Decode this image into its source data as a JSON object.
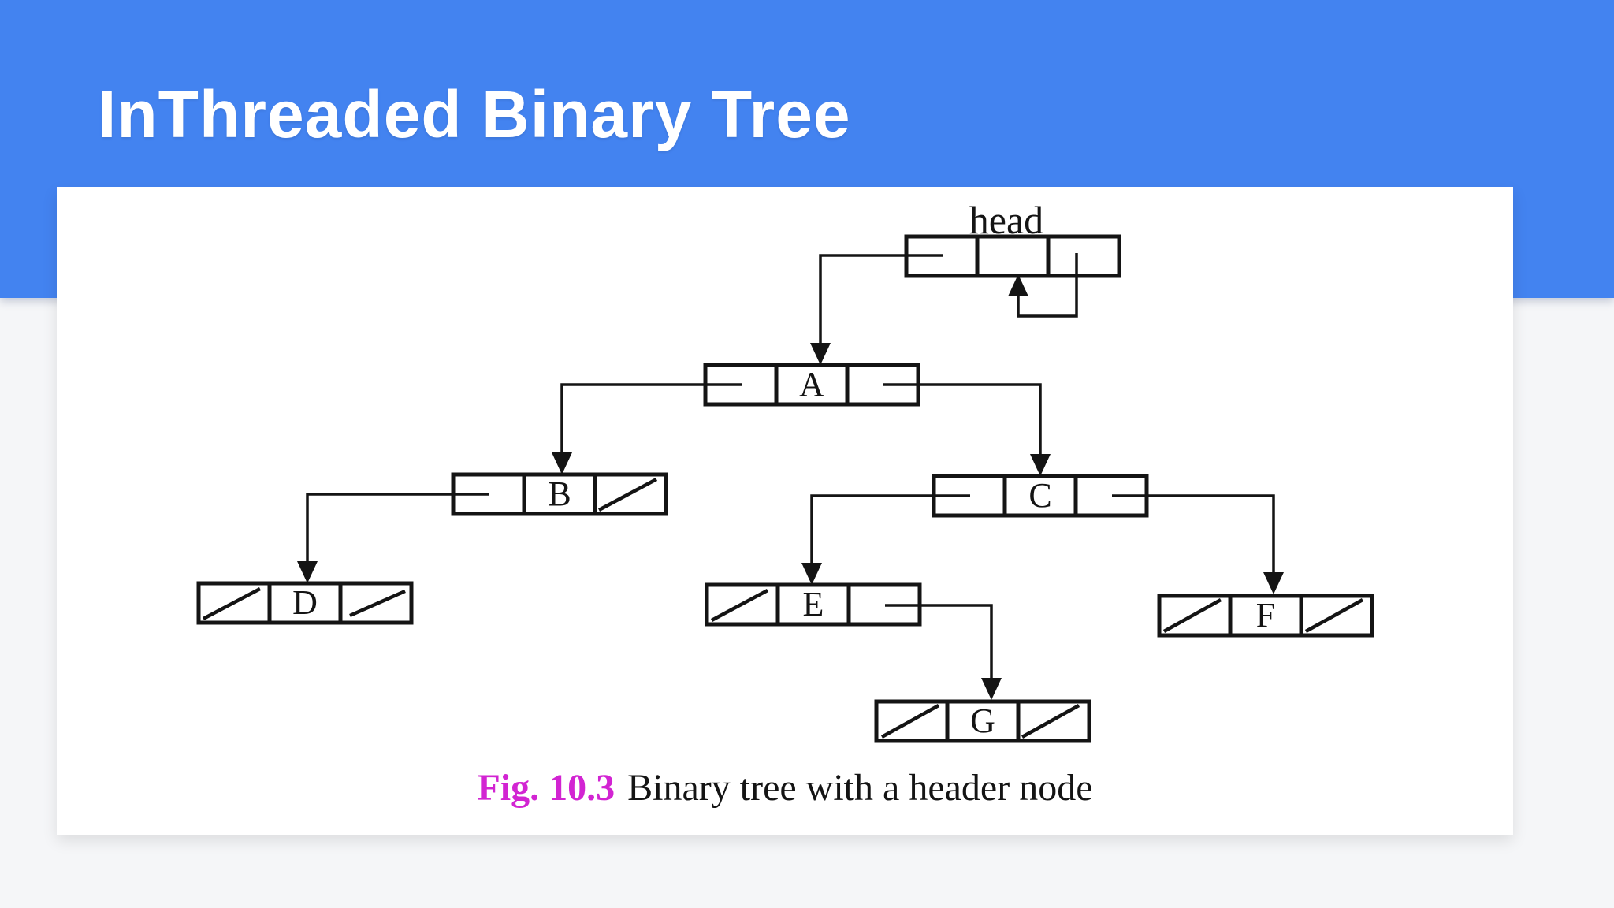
{
  "header": {
    "title": "InThreaded Binary Tree"
  },
  "colors": {
    "header_blue": "#4383f0",
    "panel_bg": "#ffffff",
    "page_bg": "#f5f6f8",
    "ink": "#141414",
    "caption_label_magenta": "#d224d2",
    "title_text": "#ffffff"
  },
  "diagram": {
    "type": "binary-tree-with-header-node",
    "head_label": "head",
    "node_cell_layout": [
      "left-pointer",
      "data",
      "right-pointer"
    ],
    "nodes": {
      "head": {
        "label": "head",
        "left_child": "A",
        "right_child": "head",
        "left_null": false,
        "right_null": false
      },
      "A": {
        "label": "A",
        "left_child": "B",
        "right_child": "C",
        "left_null": false,
        "right_null": false
      },
      "B": {
        "label": "B",
        "left_child": "D",
        "right_child": null,
        "left_null": false,
        "right_null": true
      },
      "C": {
        "label": "C",
        "left_child": "E",
        "right_child": "F",
        "left_null": false,
        "right_null": false
      },
      "D": {
        "label": "D",
        "left_child": null,
        "right_child": null,
        "left_null": true,
        "right_null": true
      },
      "E": {
        "label": "E",
        "left_child": null,
        "right_child": "G",
        "left_null": true,
        "right_null": false
      },
      "F": {
        "label": "F",
        "left_child": null,
        "right_child": null,
        "left_null": true,
        "right_null": true
      },
      "G": {
        "label": "G",
        "left_child": null,
        "right_child": null,
        "left_null": true,
        "right_null": true
      }
    }
  },
  "caption": {
    "figure_label": "Fig. 10.3",
    "text": "Binary tree with a header node"
  }
}
